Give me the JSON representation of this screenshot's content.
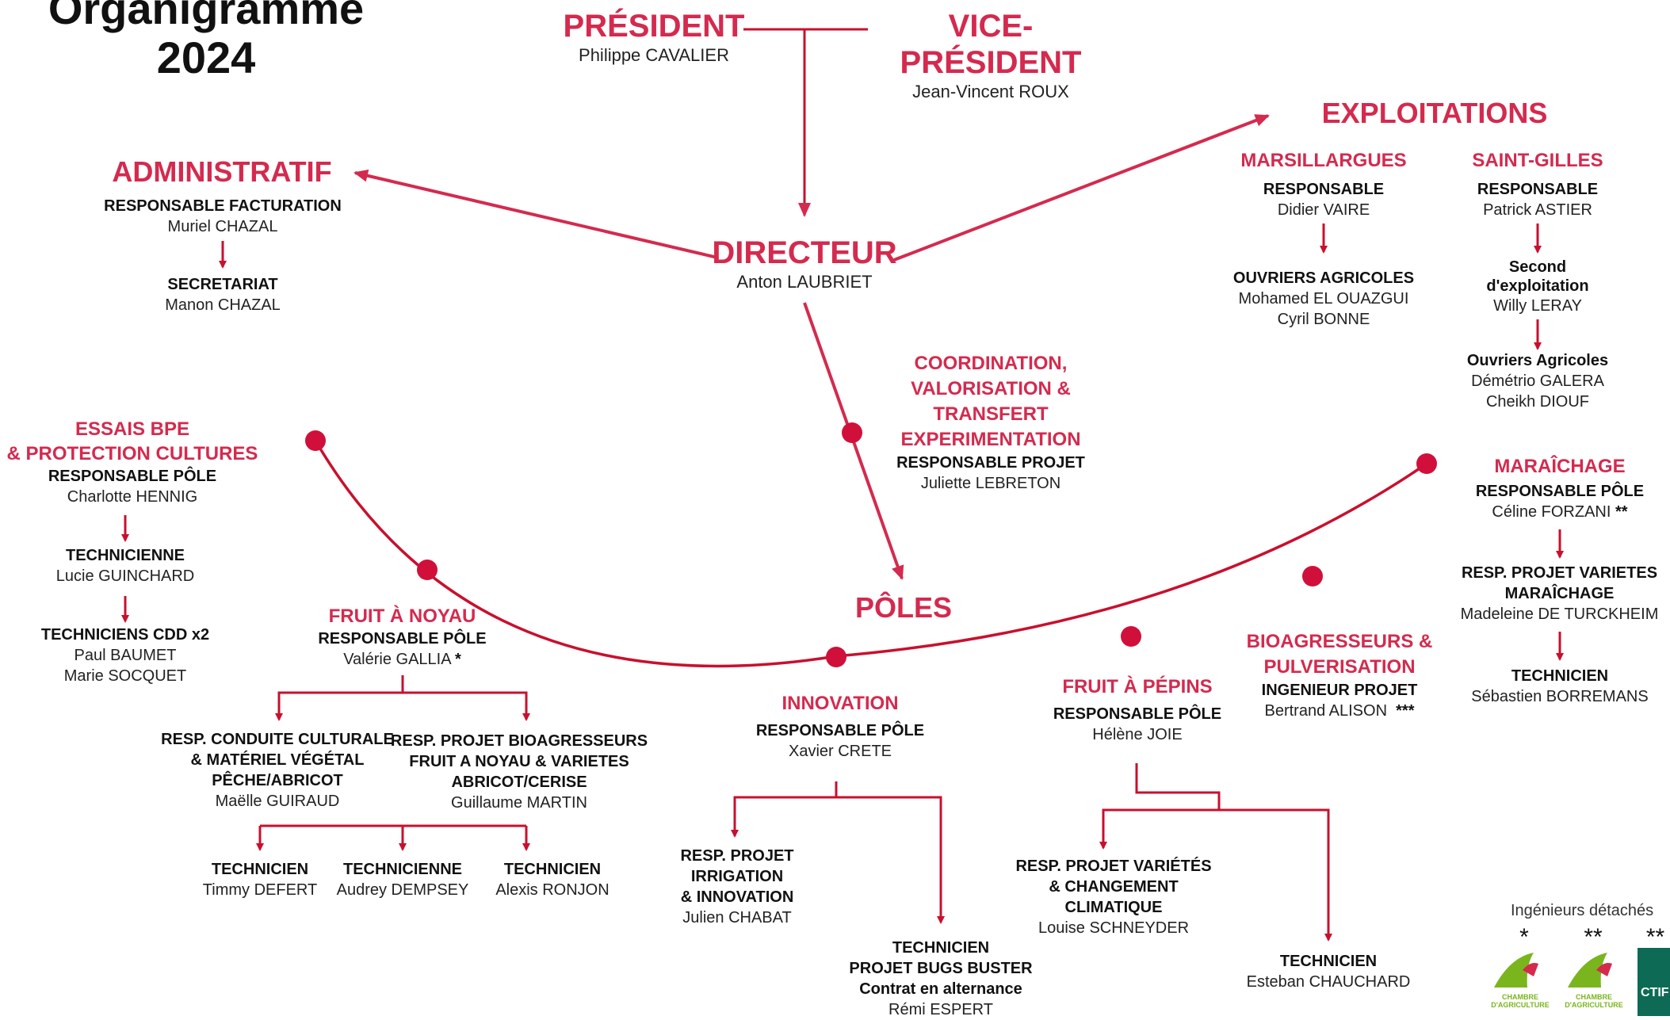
{
  "title": {
    "line1": "Organigramme",
    "line2": "2024"
  },
  "top": {
    "president": {
      "role": "PRÉSIDENT",
      "name": "Philippe CAVALIER"
    },
    "vice_president": {
      "role": "VICE-PRÉSIDENT",
      "name": "Jean-Vincent ROUX"
    },
    "directeur": {
      "role": "DIRECTEUR",
      "name": "Anton LAUBRIET"
    }
  },
  "administratif": {
    "heading": "ADMINISTRATIF",
    "r1_role": "RESPONSABLE FACTURATION",
    "r1_name": "Muriel CHAZAL",
    "r2_role": "SECRETARIAT",
    "r2_name": "Manon CHAZAL"
  },
  "exploitations": {
    "heading": "EXPLOITATIONS",
    "marsillargues": {
      "heading": "MARSILLARGUES",
      "r1_role": "RESPONSABLE",
      "r1_name": "Didier VAIRE",
      "r2_role": "OUVRIERS AGRICOLES",
      "r2_name1": "Mohamed EL OUAZGUI",
      "r2_name2": "Cyril BONNE"
    },
    "saint_gilles": {
      "heading": "SAINT-GILLES",
      "r1_role": "RESPONSABLE",
      "r1_name": "Patrick ASTIER",
      "r2_role1": "Second",
      "r2_role2": "d'exploitation",
      "r2_name": "Willy LERAY",
      "r3_role": "Ouvriers Agricoles",
      "r3_name1": "Démétrio GALERA",
      "r3_name2": "Cheikh DIOUF"
    }
  },
  "coordination": {
    "line1": "COORDINATION,",
    "line2": "VALORISATION &",
    "line3": "TRANSFERT",
    "line4": "EXPERIMENTATION",
    "role": "RESPONSABLE PROJET",
    "name": "Juliette LEBRETON"
  },
  "poles": {
    "heading": "PÔLES"
  },
  "essais": {
    "line1": "ESSAIS BPE",
    "line2": "& PROTECTION CULTURES",
    "r1_role": "RESPONSABLE PÔLE",
    "r1_name": "Charlotte HENNIG",
    "r2_role": "TECHNICIENNE",
    "r2_name": "Lucie GUINCHARD",
    "r3_role": "TECHNICIENS CDD x2",
    "r3_name1": "Paul BAUMET",
    "r3_name2": "Marie SOCQUET"
  },
  "fruit_noyau": {
    "heading": "FRUIT À NOYAU",
    "role": "RESPONSABLE PÔLE",
    "name": "Valérie GALLIA",
    "mark": "*",
    "left_l1": "RESP. CONDUITE CULTURALE",
    "left_l2": "& MATÉRIEL VÉGÉTAL",
    "left_l3": "PÊCHE/ABRICOT",
    "left_name": "Maëlle GUIRAUD",
    "right_l1": "RESP. PROJET BIOAGRESSEURS",
    "right_l2": "FRUIT A NOYAU & VARIETES",
    "right_l3": "ABRICOT/CERISE",
    "right_name": "Guillaume MARTIN",
    "t1_role": "TECHNICIEN",
    "t1_name": "Timmy DEFERT",
    "t2_role": "TECHNICIENNE",
    "t2_name": "Audrey DEMPSEY",
    "t3_role": "TECHNICIEN",
    "t3_name": "Alexis RONJON"
  },
  "innovation": {
    "heading": "INNOVATION",
    "role": "RESPONSABLE PÔLE",
    "name": "Xavier CRETE",
    "left_l1": "RESP. PROJET",
    "left_l2": "IRRIGATION",
    "left_l3": "& INNOVATION",
    "left_name": "Julien CHABAT",
    "right_l1": "TECHNICIEN",
    "right_l2": "PROJET BUGS BUSTER",
    "right_l3": "Contrat en alternance",
    "right_name": "Rémi ESPERT"
  },
  "fruit_pepins": {
    "heading": "FRUIT À PÉPINS",
    "role": "RESPONSABLE PÔLE",
    "name": "Hélène JOIE",
    "left_l1": "RESP. PROJET VARIÉTÉS",
    "left_l2": "& CHANGEMENT",
    "left_l3": "CLIMATIQUE",
    "left_name": "Louise SCHNEYDER",
    "right_role": "TECHNICIEN",
    "right_name": "Esteban CHAUCHARD"
  },
  "bioagresseurs": {
    "line1": "BIOAGRESSEURS &",
    "line2": "PULVERISATION",
    "role": "INGENIEUR PROJET",
    "name": "Bertrand ALISON",
    "mark": "***"
  },
  "maraichage": {
    "heading": "MARAÎCHAGE",
    "r1_role": "RESPONSABLE PÔLE",
    "r1_name": "Céline FORZANI",
    "r1_mark": "**",
    "r2_l1": "RESP. PROJET VARIETES",
    "r2_l2": "MARAÎCHAGE",
    "r2_name": "Madeleine DE TURCKHEIM",
    "r3_role": "TECHNICIEN",
    "r3_name": "Sébastien BORREMANS"
  },
  "footer": {
    "detached_label": "Ingénieurs détachés",
    "mark1": "*",
    "mark2": "**",
    "mark3": "**",
    "logo1_l1": "CHAMBRE",
    "logo1_l2": "D'AGRICULTURE",
    "logo2_l1": "CHAMBRE",
    "logo2_l2": "D'AGRICULTURE",
    "logo3_text": "CTIF"
  },
  "colors": {
    "accent": "#d42a4e",
    "connector": "#c8102e",
    "logo_green": "#7ab51d"
  }
}
